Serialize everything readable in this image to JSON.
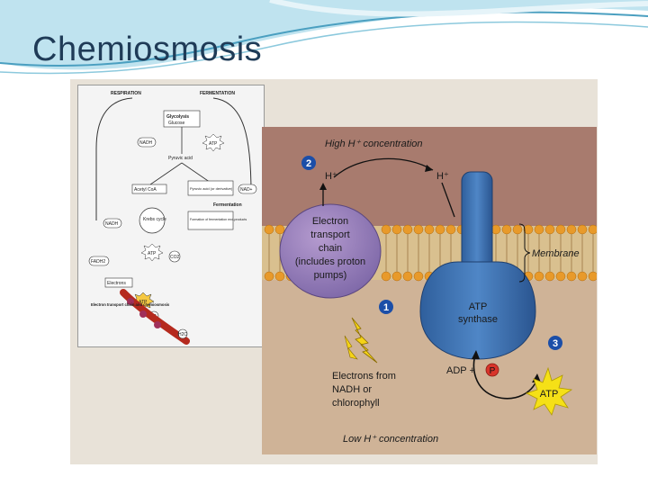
{
  "slide": {
    "title": "Chemiosmosis"
  },
  "left_panel": {
    "respiration": "RESPIRATION",
    "fermentation": "FERMENTATION",
    "glycolysis": "Glycolysis",
    "glucose": "Glucose",
    "nadh1": "NADH",
    "atp1": "ATP",
    "pyruvic_acid": "Pyruvic acid",
    "acetyl_coa": "Acetyl CoA",
    "pyruvic_acid_donation": "Pyruvic acid (or derivative)",
    "nad": "NAD+",
    "fermentation_label": "Fermentation",
    "krebs": "Krebs cycle",
    "formation_products": "Formation of fermentation end-products",
    "nadh2": "NADH",
    "atp2": "ATP",
    "fadh": "FADH2",
    "co2": "CO2",
    "electrons": "Electrons",
    "atp3": "ATP",
    "o2": "O2",
    "etc": "Electron transport chain and chemiosmosis",
    "h2o": "H2O"
  },
  "diagram": {
    "high_h": "High H⁺ concentration",
    "low_h": "Low H⁺ concentration",
    "h_plus_left": "H⁺",
    "h_plus_right": "H⁺",
    "step1": "1",
    "step2": "2",
    "step3": "3",
    "etc_label": [
      "Electron",
      "transport",
      "chain",
      "(includes proton",
      "pumps)"
    ],
    "atp_synthase": [
      "ATP",
      "synthase"
    ],
    "membrane": "Membrane",
    "electrons_from": [
      "Electrons from",
      "NADH or",
      "chlorophyll"
    ],
    "adp": "ADP +",
    "pi": "P",
    "atp": "ATP"
  }
}
